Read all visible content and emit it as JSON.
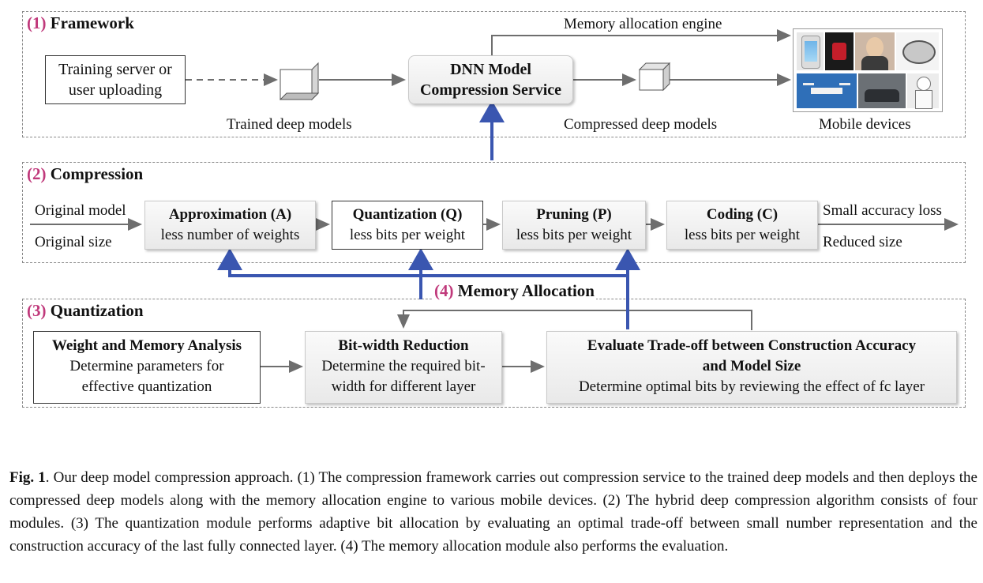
{
  "framework": {
    "num": "(1)",
    "title": "Framework",
    "training_box": [
      "Training server or",
      "user uploading"
    ],
    "service_box": [
      "DNN Model",
      "Compression Service"
    ],
    "memory_engine": "Memory allocation engine",
    "trained_models": "Trained deep models",
    "compressed_models": "Compressed deep models",
    "mobile_devices": "Mobile devices"
  },
  "compression": {
    "num": "(2)",
    "title": "Compression",
    "original_model": "Original model",
    "original_size": "Original size",
    "small_loss": "Small accuracy loss",
    "reduced_size": "Reduced size",
    "modules": [
      {
        "title": "Approximation (A)",
        "desc": "less number of weights"
      },
      {
        "title": "Quantization (Q)",
        "desc": "less bits per weight"
      },
      {
        "title": "Pruning (P)",
        "desc": "less bits per weight"
      },
      {
        "title": "Coding (C)",
        "desc": "less bits per weight"
      }
    ]
  },
  "memory_allocation": {
    "num": "(4)",
    "title": "Memory Allocation"
  },
  "quantization": {
    "num": "(3)",
    "title": "Quantization",
    "analysis": {
      "title": "Weight and Memory Analysis",
      "desc": [
        "Determine parameters for",
        "effective quantization"
      ]
    },
    "reduction": {
      "title": "Bit-width Reduction",
      "desc": [
        "Determine the required bit-",
        "width for different layer"
      ]
    },
    "evaluate": {
      "title": [
        "Evaluate Trade-off between Construction Accuracy",
        "and Model Size"
      ],
      "desc": "Determine optimal bits by reviewing the effect of fc layer"
    }
  },
  "caption": {
    "label": "Fig. 1",
    "text": ". Our deep model compression approach. (1) The compression framework carries out compression service to the trained deep models and then deploys the compressed deep models along with the memory allocation engine to various mobile devices. (2) The hybrid deep compression algorithm consists of four modules.  (3) The quantization module performs adaptive bit allocation by evaluating an optimal trade-off between small number representation and the construction accuracy of the last fully connected layer. (4) The memory allocation module also performs the evaluation."
  },
  "colors": {
    "accent_number": "#c0397b",
    "blue_arrow": "#3a56b0",
    "gray_arrow": "#6e6e6e"
  },
  "icons": [
    "phone-image",
    "smartwatch-image",
    "person-image",
    "robot-device-image",
    "drone-image",
    "car-image",
    "humanoid-robot-image"
  ]
}
